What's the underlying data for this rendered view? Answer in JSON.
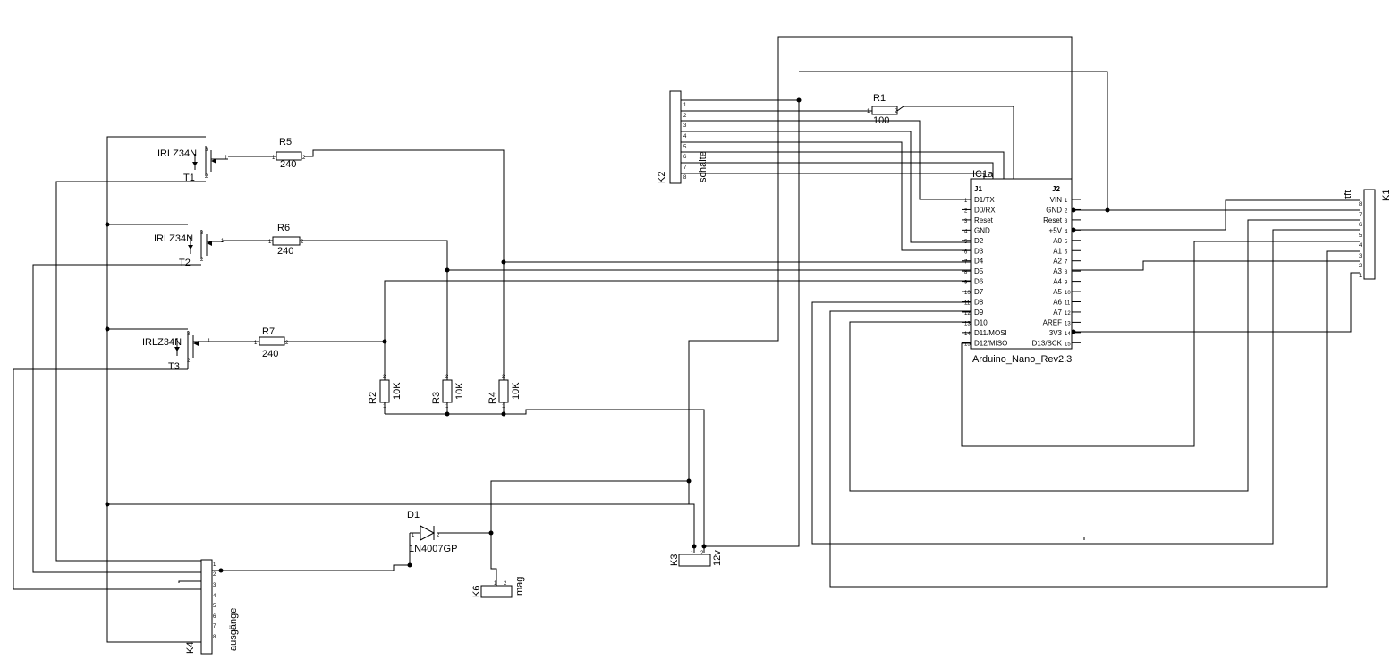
{
  "transistors": {
    "t1": {
      "ref": "T1",
      "type": "IRLZ34N"
    },
    "t2": {
      "ref": "T2",
      "type": "IRLZ34N"
    },
    "t3": {
      "ref": "T3",
      "type": "IRLZ34N"
    }
  },
  "resistors": {
    "r1": {
      "ref": "R1",
      "value": "100"
    },
    "r2": {
      "ref": "R2",
      "value": "10K"
    },
    "r3": {
      "ref": "R3",
      "value": "10K"
    },
    "r4": {
      "ref": "R4",
      "value": "10K"
    },
    "r5": {
      "ref": "R5",
      "value": "240"
    },
    "r6": {
      "ref": "R6",
      "value": "240"
    },
    "r7": {
      "ref": "R7",
      "value": "240"
    }
  },
  "diode": {
    "ref": "D1",
    "part": "1N4007GP"
  },
  "connectors": {
    "k1": {
      "ref": "K1",
      "name": "tft"
    },
    "k2": {
      "ref": "K2",
      "name": "schalte"
    },
    "k3": {
      "ref": "K3",
      "name": "12v"
    },
    "k4": {
      "ref": "K4",
      "name": "ausgänge"
    },
    "k6": {
      "ref": "K6",
      "name": "mag"
    }
  },
  "ic": {
    "ref": "IC1a",
    "name": "Arduino_Nano_Rev2.3",
    "j1": "J1",
    "j2": "J2",
    "j1_pins": [
      "D1/TX",
      "D0/RX",
      "Reset",
      "GND",
      "D2",
      "D3",
      "D4",
      "D5",
      "D6",
      "D7",
      "D8",
      "D9",
      "D10",
      "D11/MOSI",
      "D12/MISO"
    ],
    "j2_pins": [
      "VIN",
      "GND",
      "Reset",
      "+5V",
      "A0",
      "A1",
      "A2",
      "A3",
      "A4",
      "A5",
      "A6",
      "A7",
      "AREF",
      "3V3",
      "D13/SCK"
    ]
  },
  "pin_numbers": {
    "n1": "1",
    "n2": "2",
    "n3": "3",
    "n4": "4",
    "n5": "5",
    "n6": "6",
    "n7": "7",
    "n8": "8",
    "n9": "9",
    "n10": "10",
    "n11": "11",
    "n12": "12",
    "n13": "13",
    "n14": "14",
    "n15": "15"
  }
}
